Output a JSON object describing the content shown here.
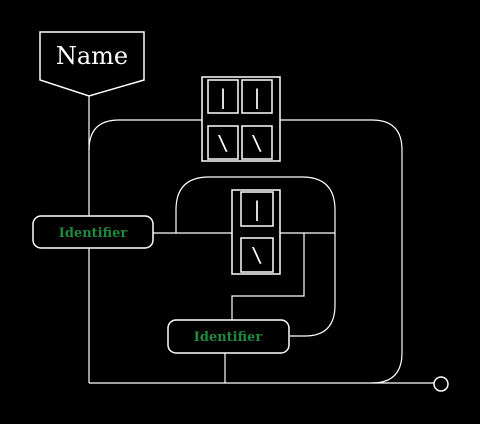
{
  "diagram": {
    "name_label": "Name",
    "identifier_left": "Identifier",
    "identifier_bottom": "Identifier",
    "top_group": {
      "row1": [
        "|",
        "|"
      ],
      "row2": [
        "\\",
        "\\"
      ]
    },
    "middle_group": {
      "row1": [
        "|"
      ],
      "row2": [
        "\\"
      ]
    }
  },
  "colors": {
    "background": "#000000",
    "line": "#ffffff",
    "identifier_text": "#1f8a3e"
  }
}
